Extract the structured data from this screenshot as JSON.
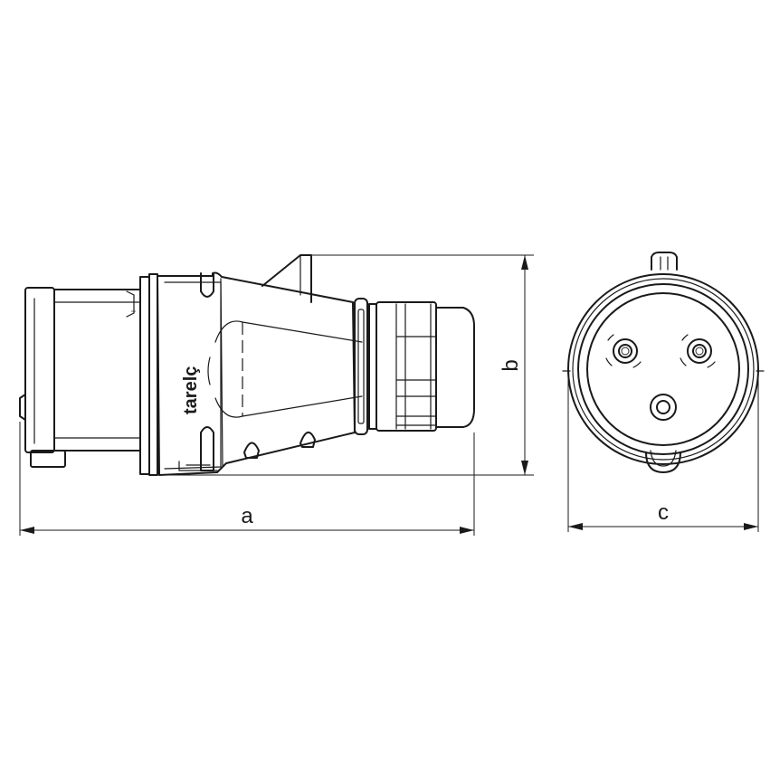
{
  "drawing": {
    "brand_text": "tarelç",
    "dimensions": {
      "a": "a",
      "b": "b",
      "c": "c"
    }
  }
}
